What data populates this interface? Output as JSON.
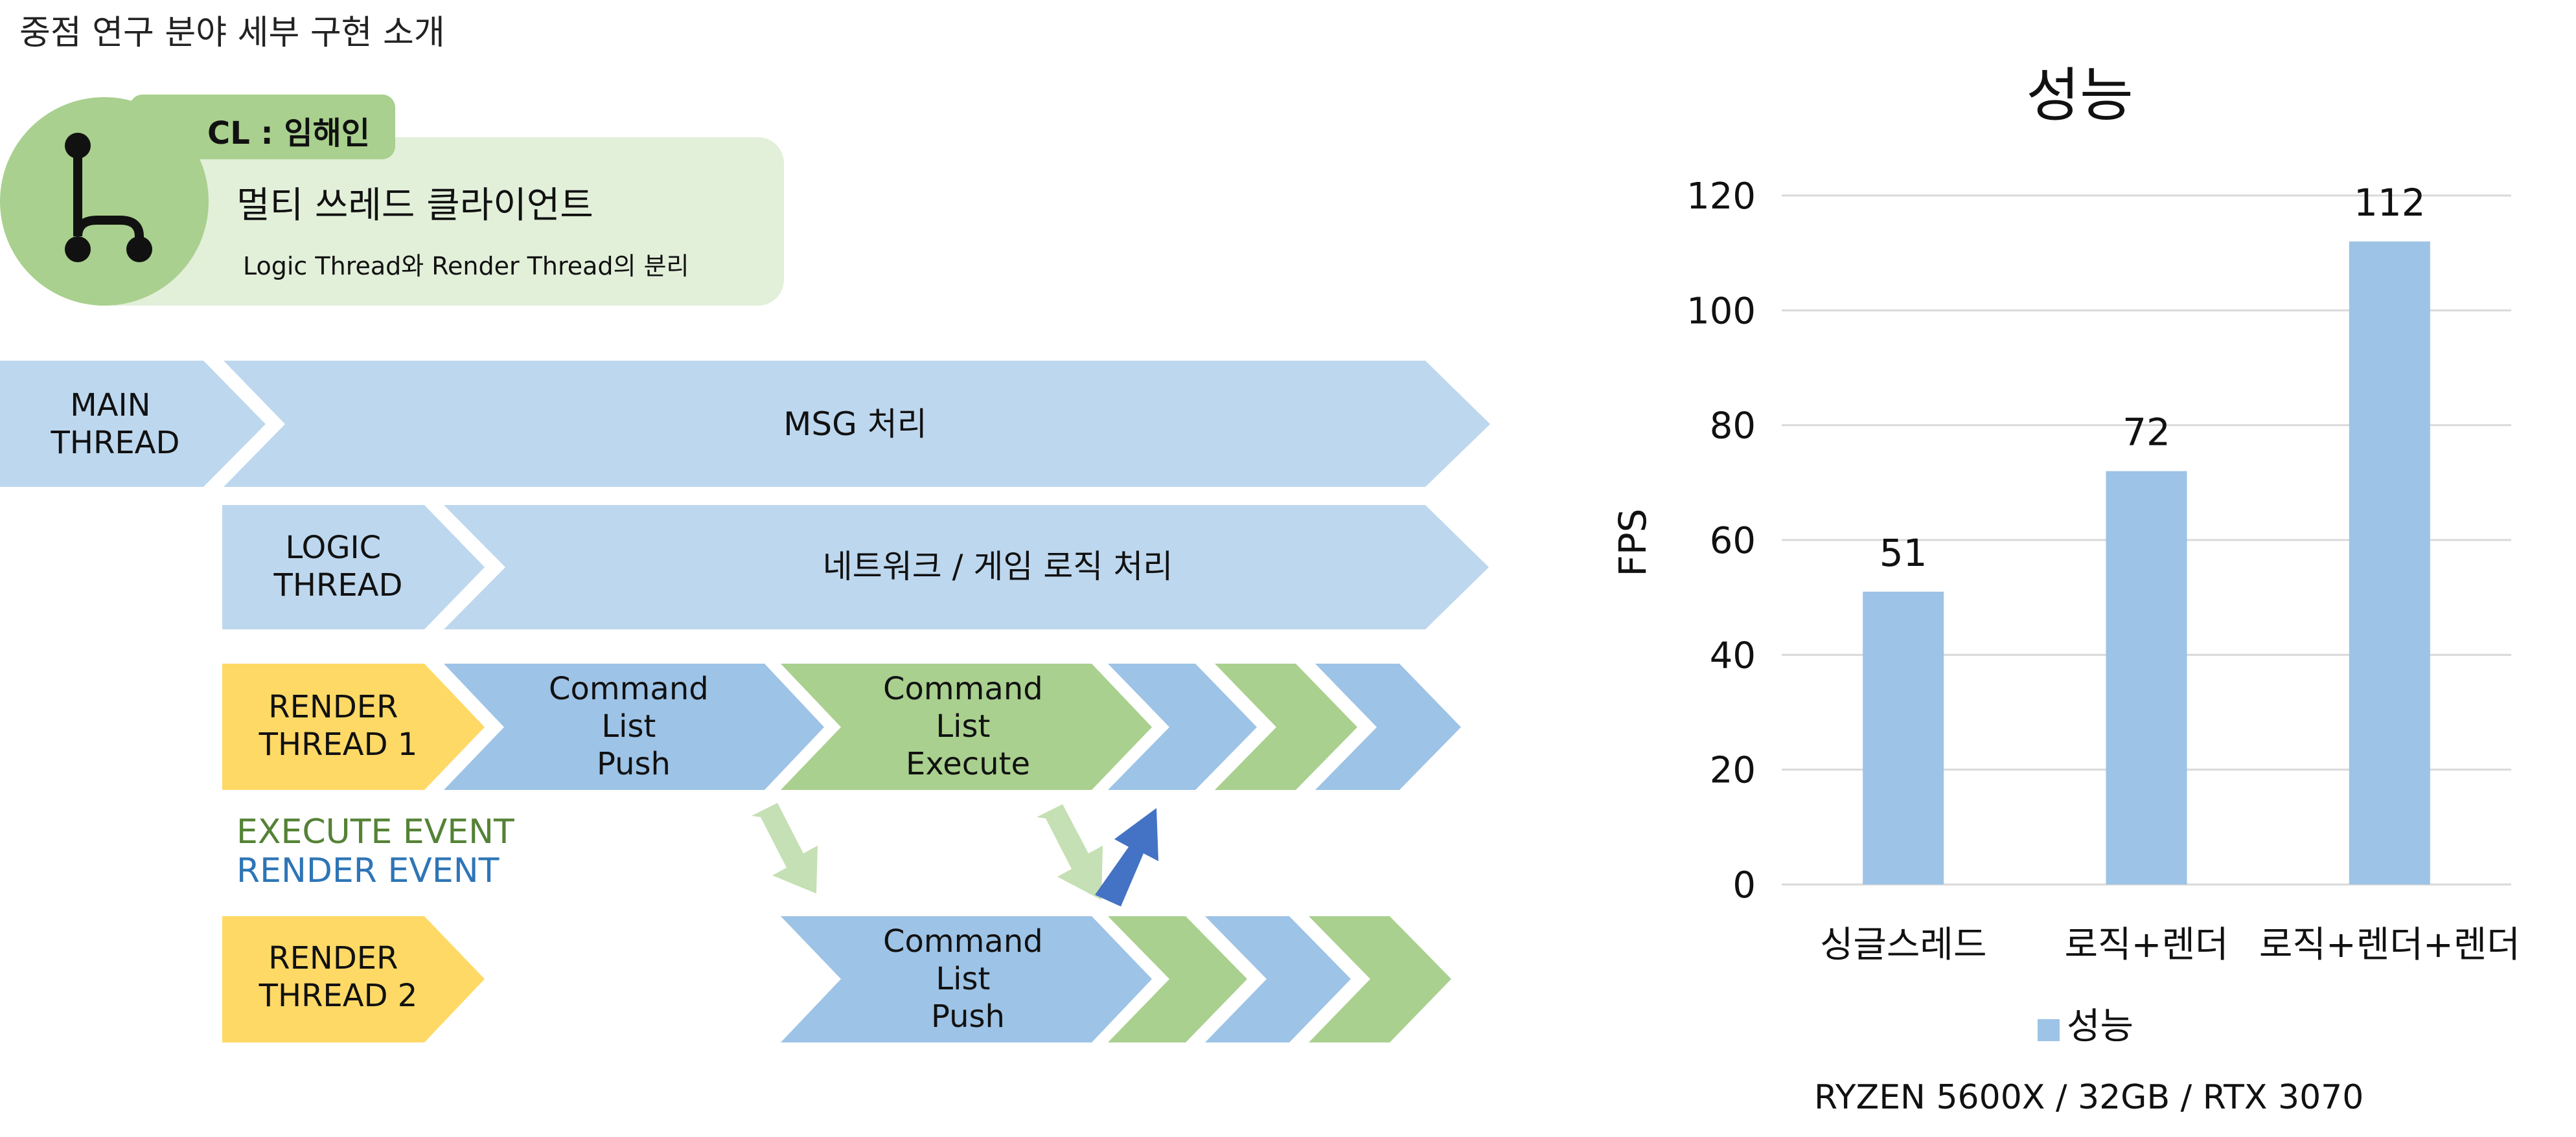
{
  "page": {
    "title": "중점 연구 분야 세부 구현 소개"
  },
  "cl_card": {
    "badge": "CL : 임해인",
    "heading": "멀티 쓰레드 클라이언트",
    "description": "Logic Thread와 Render Thread의 분리",
    "icon": "fork-branch-icon"
  },
  "diagram": {
    "main_thread": {
      "label": [
        "MAIN",
        "THREAD"
      ],
      "body": "MSG 처리"
    },
    "logic_thread": {
      "label": [
        "LOGIC",
        "THREAD"
      ],
      "body": "네트워크 / 게임 로직 처리"
    },
    "render_thread_1": {
      "label": [
        "RENDER",
        "THREAD 1"
      ],
      "push": [
        "Command",
        "List",
        "Push"
      ],
      "execute": [
        "Command",
        "List",
        "Execute"
      ]
    },
    "render_thread_2": {
      "label": [
        "RENDER",
        "THREAD 2"
      ],
      "push": [
        "Command",
        "List",
        "Push"
      ]
    },
    "legend": {
      "execute_event": "EXECUTE EVENT",
      "render_event": "RENDER EVENT"
    },
    "colors": {
      "light_blue": "#bdd7ee",
      "mid_blue": "#9dc3e6",
      "green": "#a9d08e",
      "yellow": "#ffd966",
      "light_green_arrow": "#c5e0b4",
      "dark_blue_arrow": "#4472c4"
    }
  },
  "chart_data": {
    "type": "bar",
    "title": "성능",
    "ylabel": "FPS",
    "xlabel": "",
    "categories": [
      "싱글스레드",
      "로직+렌더",
      "로직+렌더+렌더"
    ],
    "series": [
      {
        "name": "성능",
        "values": [
          51,
          72,
          112
        ]
      }
    ],
    "ylim": [
      0,
      120
    ],
    "yticks": [
      "0",
      "20",
      "40",
      "60",
      "80",
      "100",
      "120"
    ],
    "data_labels": [
      "51",
      "72",
      "112"
    ],
    "grid": true,
    "legend": "bottom",
    "bar_color": "#9dc3e6"
  },
  "spec_note": "RYZEN 5600X / 32GB / RTX 3070"
}
